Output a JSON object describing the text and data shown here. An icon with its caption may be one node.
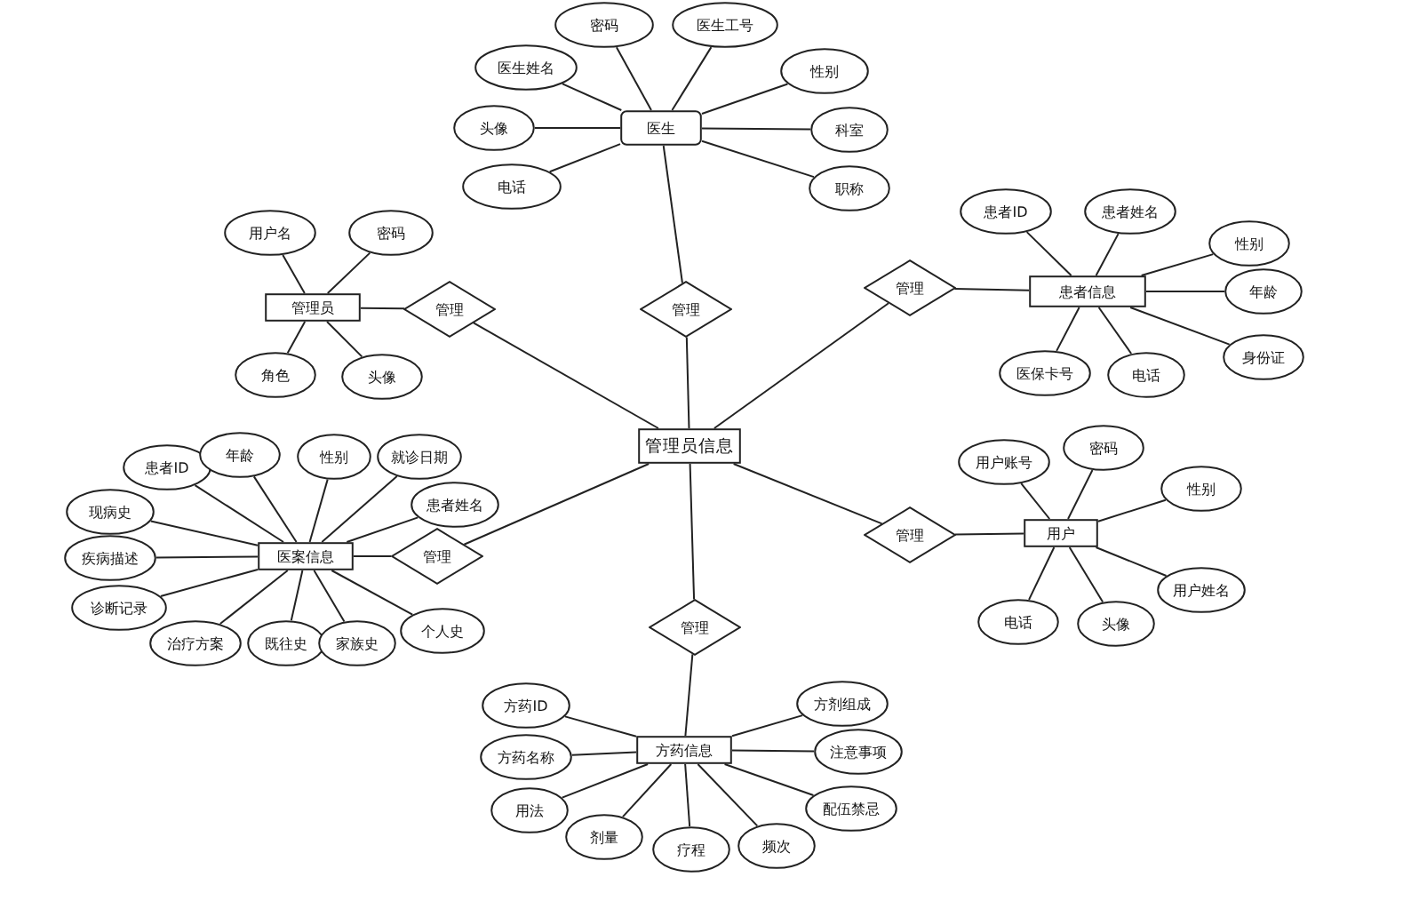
{
  "diagram": {
    "nodes": [
      {
        "text": [
          "医生"
        ]
      },
      {
        "text": [
          "密码"
        ]
      },
      {
        "text": [
          "医生工号"
        ]
      },
      {
        "text": [
          "医生姓名"
        ]
      },
      {
        "text": [
          "头像"
        ]
      },
      {
        "text": [
          "电话"
        ]
      },
      {
        "text": [
          "性别"
        ]
      },
      {
        "text": [
          "科室"
        ]
      },
      {
        "text": [
          "职称"
        ]
      },
      {
        "text": [
          "管理员"
        ]
      },
      {
        "text": [
          "用户名"
        ]
      },
      {
        "text": [
          "密码"
        ]
      },
      {
        "text": [
          "角色"
        ]
      },
      {
        "text": [
          "头像"
        ]
      },
      {
        "text": [
          "管理"
        ]
      },
      {
        "text": [
          "管理"
        ]
      },
      {
        "text": [
          "管理"
        ]
      },
      {
        "text": [
          "患者信息"
        ]
      },
      {
        "text": [
          "患者ID"
        ]
      },
      {
        "text": [
          "患者姓名"
        ]
      },
      {
        "text": [
          "性别"
        ]
      },
      {
        "text": [
          "年龄"
        ]
      },
      {
        "text": [
          "身份证"
        ]
      },
      {
        "text": [
          "医保卡号"
        ]
      },
      {
        "text": [
          "电话"
        ]
      },
      {
        "text": [
          "管理员信息"
        ]
      },
      {
        "text": [
          "医案信息"
        ]
      },
      {
        "text": [
          "患者ID"
        ]
      },
      {
        "text": [
          "年龄"
        ]
      },
      {
        "text": [
          "性别"
        ]
      },
      {
        "text": [
          "就诊日期"
        ]
      },
      {
        "text": [
          "患者姓名"
        ]
      },
      {
        "text": [
          "现病史"
        ]
      },
      {
        "text": [
          "疾病描述"
        ]
      },
      {
        "text": [
          "诊断记录"
        ]
      },
      {
        "text": [
          "治疗方案"
        ]
      },
      {
        "text": [
          "既往史"
        ]
      },
      {
        "text": [
          "家族史"
        ]
      },
      {
        "text": [
          "个人史"
        ]
      },
      {
        "text": [
          "管理"
        ]
      },
      {
        "text": [
          "管理"
        ]
      },
      {
        "text": [
          "用户"
        ]
      },
      {
        "text": [
          "用户账号"
        ]
      },
      {
        "text": [
          "密码"
        ]
      },
      {
        "text": [
          "性别"
        ]
      },
      {
        "text": [
          "用户姓名"
        ]
      },
      {
        "text": [
          "电话"
        ]
      },
      {
        "text": [
          "头像"
        ]
      },
      {
        "text": [
          "管理"
        ]
      },
      {
        "text": [
          "方药信息"
        ]
      },
      {
        "text": [
          "方药ID"
        ]
      },
      {
        "text": [
          "方药名称"
        ]
      },
      {
        "text": [
          "用法"
        ]
      },
      {
        "text": [
          "剂量"
        ]
      },
      {
        "text": [
          "疗程"
        ]
      },
      {
        "text": [
          "频次"
        ]
      },
      {
        "text": [
          "方剂组成"
        ]
      },
      {
        "text": [
          "注意事项"
        ]
      },
      {
        "text": [
          "配伍禁忌"
        ]
      }
    ],
    "edges": [
      {
        "from": 0,
        "to": 1,
        "arrow": "none"
      },
      {
        "from": 0,
        "to": 2,
        "arrow": "none"
      },
      {
        "from": 0,
        "to": 3,
        "arrow": "none"
      },
      {
        "from": 0,
        "to": 4,
        "arrow": "none"
      },
      {
        "from": 0,
        "to": 5,
        "arrow": "none"
      },
      {
        "from": 0,
        "to": 6,
        "arrow": "none"
      },
      {
        "from": 0,
        "to": 7,
        "arrow": "none"
      },
      {
        "from": 0,
        "to": 8,
        "arrow": "none"
      },
      {
        "from": 9,
        "to": 10,
        "arrow": "none"
      },
      {
        "from": 9,
        "to": 11,
        "arrow": "none"
      },
      {
        "from": 9,
        "to": 12,
        "arrow": "none"
      },
      {
        "from": 9,
        "to": 13,
        "arrow": "none"
      },
      {
        "from": 9,
        "to": 14,
        "arrow": "none"
      },
      {
        "from": 14,
        "to": 25,
        "arrow": "none"
      },
      {
        "from": 15,
        "to": 0,
        "arrow": "none"
      },
      {
        "from": 15,
        "to": 25,
        "arrow": "none"
      },
      {
        "from": 25,
        "to": 16,
        "arrow": "none"
      },
      {
        "from": 16,
        "to": 17,
        "arrow": "none"
      },
      {
        "from": 17,
        "to": 18,
        "arrow": "none"
      },
      {
        "from": 17,
        "to": 19,
        "arrow": "none"
      },
      {
        "from": 17,
        "to": 20,
        "arrow": "none"
      },
      {
        "from": 17,
        "to": 21,
        "arrow": "none"
      },
      {
        "from": 17,
        "to": 22,
        "arrow": "none"
      },
      {
        "from": 17,
        "to": 23,
        "arrow": "none"
      },
      {
        "from": 17,
        "to": 24,
        "arrow": "none"
      },
      {
        "from": 26,
        "to": 27,
        "arrow": "none"
      },
      {
        "from": 26,
        "to": 28,
        "arrow": "none"
      },
      {
        "from": 26,
        "to": 29,
        "arrow": "none"
      },
      {
        "from": 26,
        "to": 30,
        "arrow": "none"
      },
      {
        "from": 26,
        "to": 31,
        "arrow": "none"
      },
      {
        "from": 26,
        "to": 32,
        "arrow": "none"
      },
      {
        "from": 26,
        "to": 33,
        "arrow": "none"
      },
      {
        "from": 26,
        "to": 34,
        "arrow": "none"
      },
      {
        "from": 26,
        "to": 35,
        "arrow": "none"
      },
      {
        "from": 26,
        "to": 36,
        "arrow": "none"
      },
      {
        "from": 26,
        "to": 37,
        "arrow": "none"
      },
      {
        "from": 26,
        "to": 38,
        "arrow": "none"
      },
      {
        "from": 26,
        "to": 39,
        "arrow": "none"
      },
      {
        "from": 39,
        "to": 25,
        "arrow": "none"
      },
      {
        "from": 25,
        "to": 40,
        "arrow": "none"
      },
      {
        "from": 40,
        "to": 41,
        "arrow": "none"
      },
      {
        "from": 41,
        "to": 42,
        "arrow": "none"
      },
      {
        "from": 41,
        "to": 43,
        "arrow": "none"
      },
      {
        "from": 41,
        "to": 44,
        "arrow": "none"
      },
      {
        "from": 41,
        "to": 45,
        "arrow": "none"
      },
      {
        "from": 41,
        "to": 46,
        "arrow": "none"
      },
      {
        "from": 41,
        "to": 47,
        "arrow": "none"
      },
      {
        "from": 25,
        "to": 48,
        "arrow": "none"
      },
      {
        "from": 48,
        "to": 49,
        "arrow": "none"
      },
      {
        "from": 49,
        "to": 50,
        "arrow": "none"
      },
      {
        "from": 49,
        "to": 51,
        "arrow": "none"
      },
      {
        "from": 49,
        "to": 52,
        "arrow": "none"
      },
      {
        "from": 49,
        "to": 53,
        "arrow": "none"
      },
      {
        "from": 49,
        "to": 54,
        "arrow": "none"
      },
      {
        "from": 49,
        "to": 55,
        "arrow": "none"
      },
      {
        "from": 49,
        "to": 56,
        "arrow": "none"
      },
      {
        "from": 49,
        "to": 57,
        "arrow": "none"
      },
      {
        "from": 49,
        "to": 58,
        "arrow": "none"
      }
    ]
  }
}
